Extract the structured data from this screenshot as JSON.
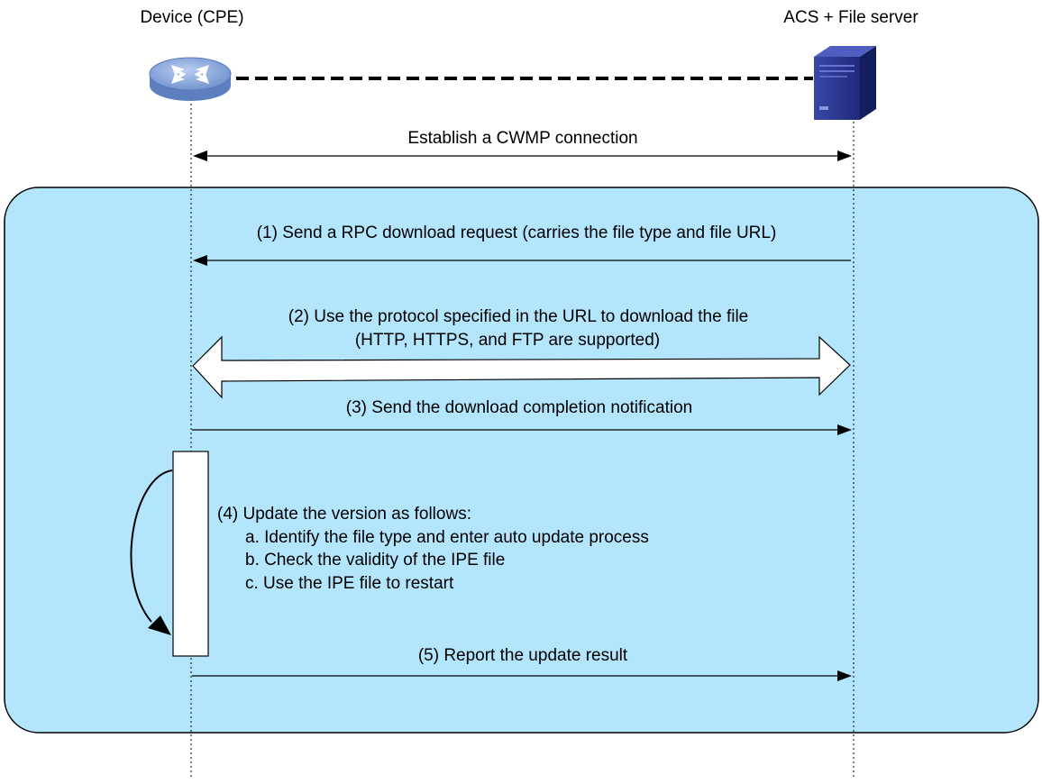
{
  "participants": {
    "device": {
      "label": "Device (CPE)",
      "icon": "router-icon"
    },
    "server": {
      "label": "ACS + File server",
      "icon": "server-tower-icon"
    }
  },
  "link": {
    "style": "dashed"
  },
  "connection": {
    "label": "Establish a CWMP connection"
  },
  "steps": {
    "s1": {
      "label": "(1) Send a RPC download request (carries the file type and file URL)",
      "direction": "server-to-device"
    },
    "s2": {
      "line1": "(2) Use the protocol specified in the URL to download the file",
      "line2": "(HTTP, HTTPS, and FTP are supported)",
      "direction": "bidirectional"
    },
    "s3": {
      "label": "(3) Send the download completion notification",
      "direction": "device-to-server"
    },
    "s4": {
      "title": "(4) Update the version as follows:",
      "items": [
        "a. Identify the file type and enter auto update process",
        "b. Check the validity of the IPE file",
        "c. Use the IPE file to restart"
      ],
      "direction": "self"
    },
    "s5": {
      "label": "(5) Report the update result",
      "direction": "device-to-server"
    }
  },
  "colors": {
    "panel_fill": "#b3e6fc",
    "router": "#7f9ed6",
    "server": "#2b3793"
  }
}
